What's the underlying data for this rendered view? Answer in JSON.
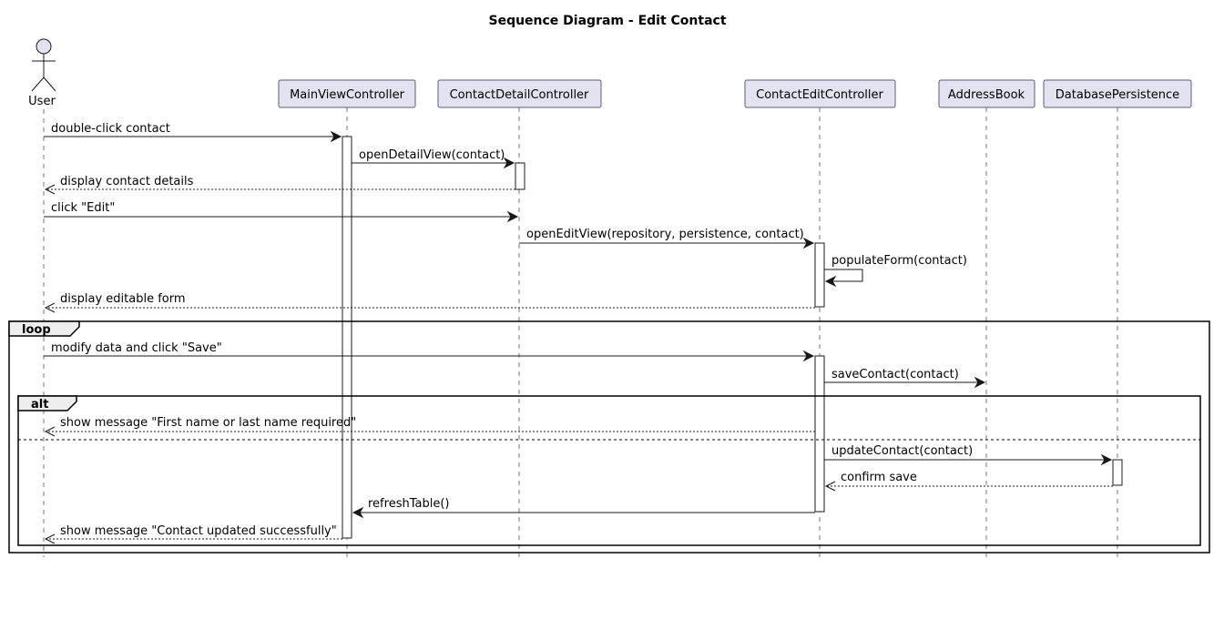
{
  "title": "Sequence Diagram - Edit Contact",
  "colors": {
    "participant_fill": "#E2E2F0",
    "participant_stroke": "#5D5D74",
    "line": "#181818",
    "frame_tab": "#EEEEEE"
  },
  "actor": {
    "name": "User"
  },
  "participants": [
    "MainViewController",
    "ContactDetailController",
    "ContactEditController",
    "AddressBook",
    "DatabasePersistence"
  ],
  "frames": {
    "loop": "loop",
    "alt": "alt"
  },
  "messages": [
    "double-click contact",
    "openDetailView(contact)",
    "display contact details",
    "click \"Edit\"",
    "openEditView(repository, persistence, contact)",
    "populateForm(contact)",
    "display editable form",
    "modify data and click \"Save\"",
    "saveContact(contact)",
    "show message \"First name or last name required\"",
    "updateContact(contact)",
    "confirm save",
    "refreshTable()",
    "show message \"Contact updated successfully\""
  ]
}
